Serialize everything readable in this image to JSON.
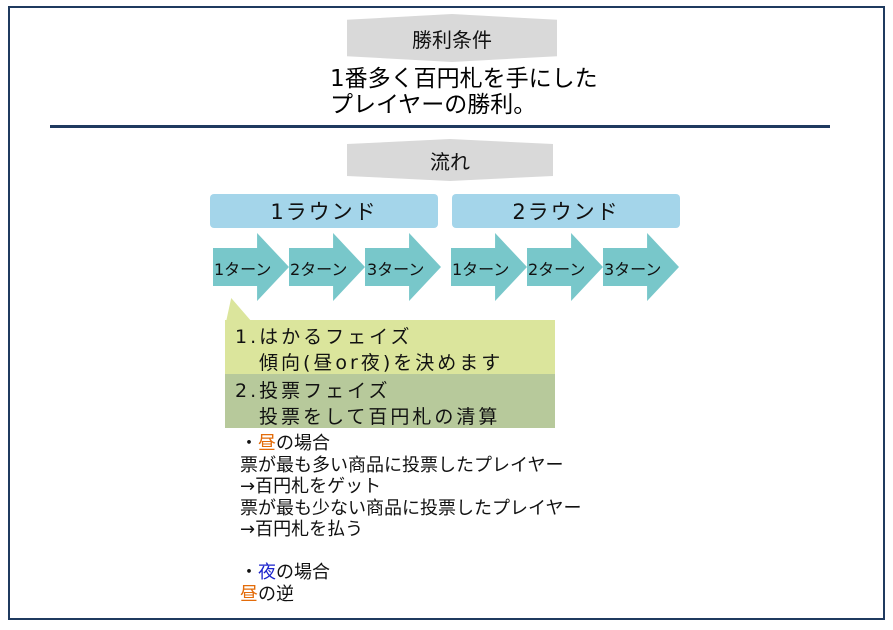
{
  "victory": {
    "heading": "勝利条件",
    "lines": [
      "1番多く百円札を手にした",
      "プレイヤーの勝利。"
    ]
  },
  "flow": {
    "heading": "流れ",
    "rounds": [
      "1ラウンド",
      "2ラウンド"
    ],
    "turns": [
      "1ターン",
      "2ターン",
      "3ターン",
      "1ターン",
      "2ターン",
      "3ターン"
    ],
    "phase1": {
      "title": "1.はかるフェイズ",
      "desc": "傾向(昼or夜)を決めます"
    },
    "phase2": {
      "title": "2.投票フェイズ",
      "desc": "投票をして百円札の清算"
    }
  },
  "notes": {
    "day_bullet": "・",
    "day_word": "昼",
    "day_suffix": "の場合",
    "day_lines": [
      "票が最も多い商品に投票したプレイヤー",
      "→百円札をゲット",
      "票が最も少ない商品に投票したプレイヤー",
      "→百円札を払う"
    ],
    "night_bullet": "・",
    "night_word": "夜",
    "night_suffix": "の場合",
    "night_line_word": "昼",
    "night_line_suffix": "の逆"
  },
  "colors": {
    "day": "#e36c0a",
    "night": "#1a22cc"
  }
}
